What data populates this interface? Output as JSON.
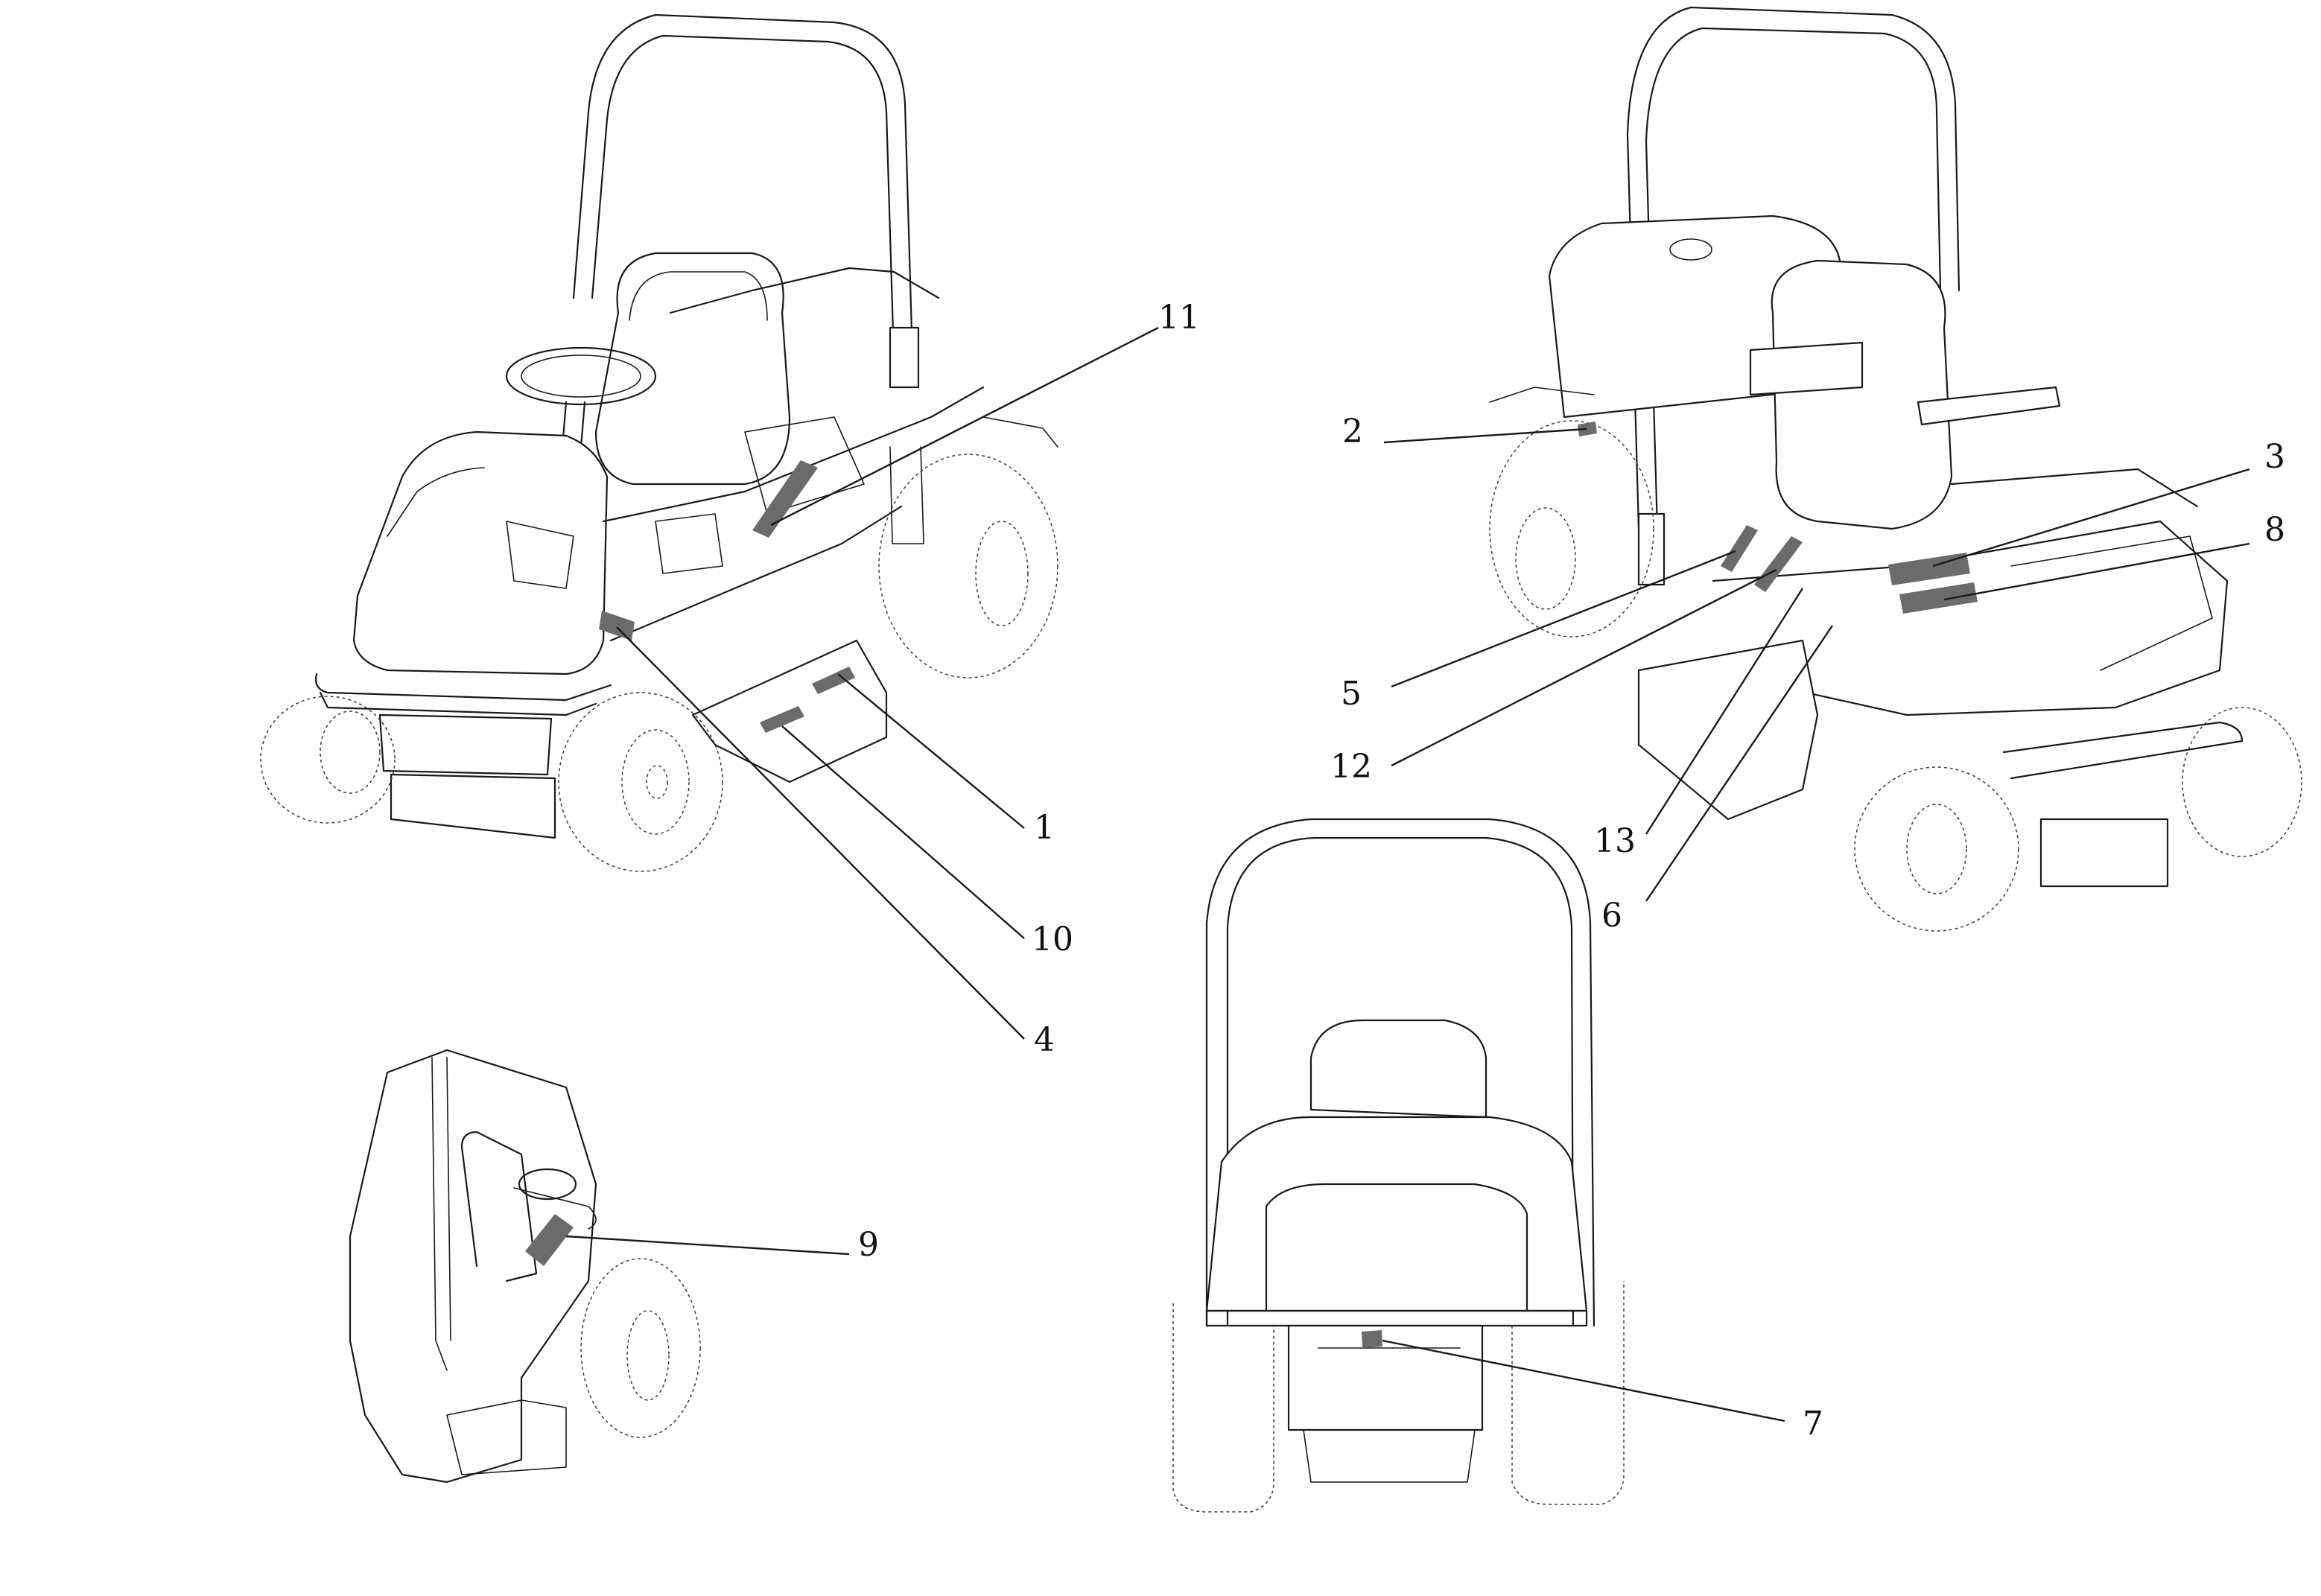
{
  "colors": {
    "line": "#1a1a1a",
    "decal": "#6b6b6b",
    "background": "#ffffff"
  },
  "callouts": {
    "c1": "1",
    "c2": "2",
    "c3": "3",
    "c4": "4",
    "c5": "5",
    "c6": "6",
    "c7": "7",
    "c8": "8",
    "c9": "9",
    "c10": "10",
    "c11": "11",
    "c12": "12",
    "c13": "13"
  }
}
